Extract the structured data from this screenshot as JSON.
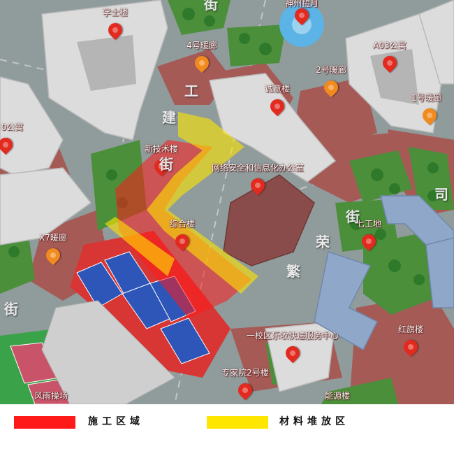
{
  "colors": {
    "construction_zone": "#ff1a1a",
    "storage_zone": "#ffe600",
    "pin_red": "#e22a1f",
    "pin_orange": "#f28a1e",
    "road": "#8e9898",
    "plaza_brick": "#a45a55"
  },
  "markers": [
    {
      "label": "学士楼",
      "pin": "red",
      "icon": "map-pin-icon"
    },
    {
      "label": "神州揽月",
      "pin": "red",
      "icon": "map-pin-icon"
    },
    {
      "label": "4号暖廊",
      "pin": "orange",
      "icon": "map-pin-icon"
    },
    {
      "label": "A03公寓",
      "pin": "red",
      "icon": "map-pin-icon"
    },
    {
      "label": "2号暖廊",
      "pin": "orange",
      "icon": "map-pin-icon"
    },
    {
      "label": "诚意楼",
      "pin": "red",
      "icon": "map-pin-icon"
    },
    {
      "label": "1号暖廊",
      "pin": "orange",
      "icon": "map-pin-icon"
    },
    {
      "label": "0公寓",
      "pin": "red",
      "icon": "map-pin-icon"
    },
    {
      "label": "新技术楼",
      "pin": "red",
      "icon": "map-pin-icon"
    },
    {
      "label": "网络安全和信息化办公室",
      "pin": "red",
      "icon": "map-pin-icon"
    },
    {
      "label": "综合楼",
      "pin": "red",
      "icon": "map-pin-icon"
    },
    {
      "label": "七工地",
      "pin": "red",
      "icon": "map-pin-icon"
    },
    {
      "label": "X7暖廊",
      "pin": "orange",
      "icon": "map-pin-icon"
    },
    {
      "label": "一校区乐收快递服务中心",
      "pin": "red",
      "icon": "map-pin-icon"
    },
    {
      "label": "红旗楼",
      "pin": "red",
      "icon": "map-pin-icon"
    },
    {
      "label": "专家院2号楼",
      "pin": "red",
      "icon": "map-pin-icon"
    },
    {
      "label": "风雨操场",
      "pin": "none",
      "icon": ""
    },
    {
      "label": "能源楼",
      "pin": "none",
      "icon": ""
    }
  ],
  "street_names": {
    "gongjian": [
      "工",
      "建",
      "街"
    ],
    "fanrong": [
      "繁",
      "荣",
      "街"
    ],
    "jie_left": "街",
    "jie_top": "街",
    "si": "司"
  },
  "legend": {
    "construction_label": "施工区域",
    "storage_label": "材料堆放区"
  }
}
